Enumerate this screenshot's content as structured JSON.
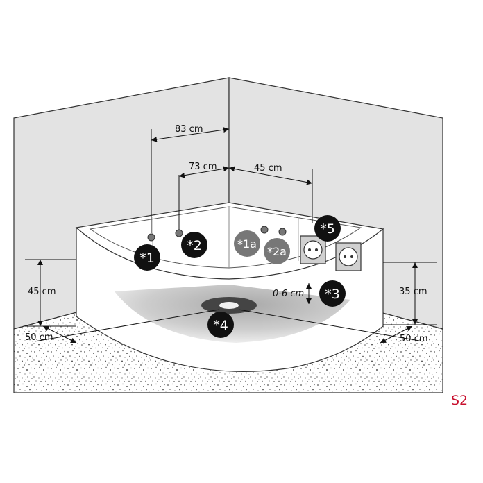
{
  "colors": {
    "wall": "#e3e3e3",
    "floor_dot": "#6b6b6b",
    "marker_dark": "#111111",
    "marker_grey": "#777777",
    "code": "#c8102e"
  },
  "dimensions": {
    "d83": "83 cm",
    "d73": "73 cm",
    "d45_top": "45 cm",
    "d45_left": "45 cm",
    "d35_right": "35 cm",
    "d06": "0-6 cm",
    "d50_left": "50 cm",
    "d50_right": "50 cm"
  },
  "markers": {
    "m1": "*1",
    "m2": "*2",
    "m1a": "*1a",
    "m2a": "*2a",
    "m3": "*3",
    "m4": "*4",
    "m5": "*5"
  },
  "diagram_code": "S2"
}
